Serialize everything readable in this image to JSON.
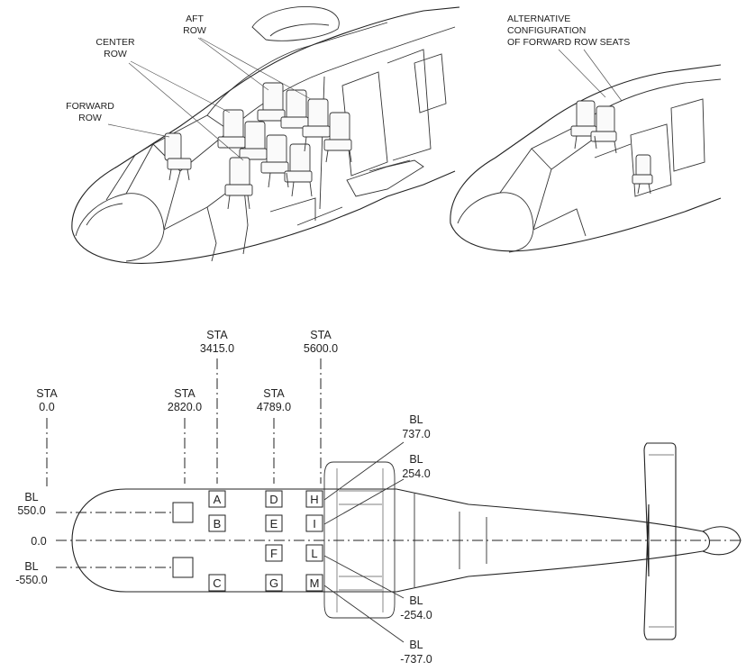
{
  "perspective": {
    "labels": {
      "aft_row": [
        "AFT",
        "ROW"
      ],
      "center_row": [
        "CENTER",
        "ROW"
      ],
      "forward_row": [
        "FORWARD",
        "ROW"
      ]
    },
    "alternative_caption": [
      "ALTERNATIVE",
      "CONFIGURATION",
      "OF FORWARD ROW SEATS"
    ]
  },
  "plan": {
    "stations": [
      {
        "label": "STA",
        "value": "0.0"
      },
      {
        "label": "STA",
        "value": "2820.0"
      },
      {
        "label": "STA",
        "value": "3415.0"
      },
      {
        "label": "STA",
        "value": "4789.0"
      },
      {
        "label": "STA",
        "value": "5600.0"
      }
    ],
    "butt_lines_left": [
      {
        "label": "BL",
        "value": "550.0"
      },
      {
        "label": "",
        "value": "0.0"
      },
      {
        "label": "BL",
        "value": "-550.0"
      }
    ],
    "butt_lines_right": [
      {
        "label": "BL",
        "value": "737.0"
      },
      {
        "label": "BL",
        "value": "254.0"
      },
      {
        "label": "BL",
        "value": "-254.0"
      },
      {
        "label": "BL",
        "value": "-737.0"
      }
    ],
    "seats": [
      "A",
      "B",
      "C",
      "D",
      "E",
      "F",
      "G",
      "H",
      "I",
      "L",
      "M"
    ]
  }
}
